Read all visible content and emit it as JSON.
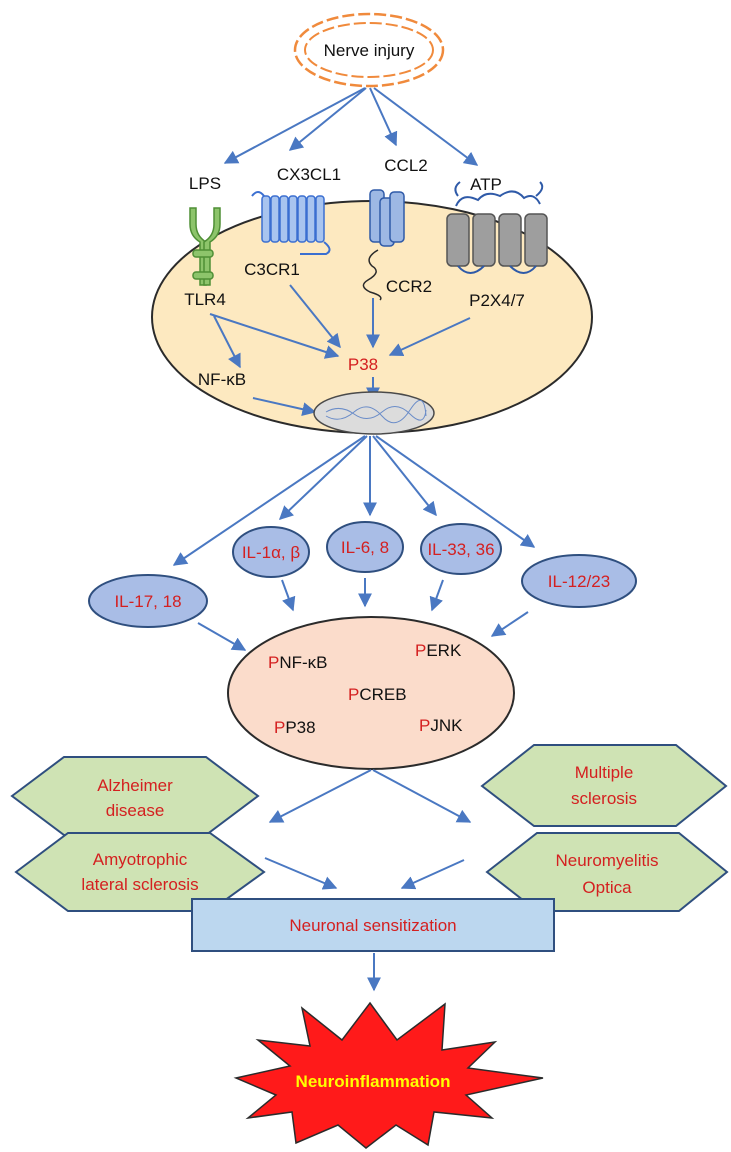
{
  "colors": {
    "arrow": "#4a78c2",
    "cell": "#fde9c0",
    "nucleus": "#dcdcdc",
    "cytokine_fill": "#a9bde6",
    "inner_fill": "#fbdccb",
    "disease_fill": "#cfe3b4",
    "box_fill": "#bcd7ef",
    "red_text": "#d42020",
    "burst_fill": "#ff1a1a",
    "burst_text": "#ffff00"
  },
  "trigger": {
    "label": "Nerve injury"
  },
  "ligands": {
    "lps": "LPS",
    "cx3cl1": "CX3CL1",
    "ccl2": "CCL2",
    "atp": "ATP"
  },
  "receptors": {
    "c3cr1": "C3CR1",
    "tlr4": "TLR4",
    "ccr2": "CCR2",
    "p2x": "P2X4/7"
  },
  "cell": {
    "p38": "P38",
    "nfkb": "NF-κB"
  },
  "cytokines": {
    "il1": "IL-1α, β",
    "il6": "IL-6, 8",
    "il33": "IL-33, 36",
    "il17": "IL-17, 18",
    "il12": "IL-12/23"
  },
  "phospho": {
    "prefix": "P",
    "nfkb": "NF-κB",
    "erk": "ERK",
    "creb": "CREB",
    "p38": "P38",
    "jnk": "JNK"
  },
  "diseases": {
    "alzheimer": [
      "Alzheimer",
      "disease"
    ],
    "ms": [
      "Multiple",
      "sclerosis"
    ],
    "als": [
      "Amyotrophic",
      "lateral sclerosis"
    ],
    "nmo": [
      "Neuromyelitis",
      "Optica"
    ]
  },
  "outcome": {
    "sensitization": "Neuronal sensitization",
    "neuroinflammation": "Neuroinflammation"
  }
}
